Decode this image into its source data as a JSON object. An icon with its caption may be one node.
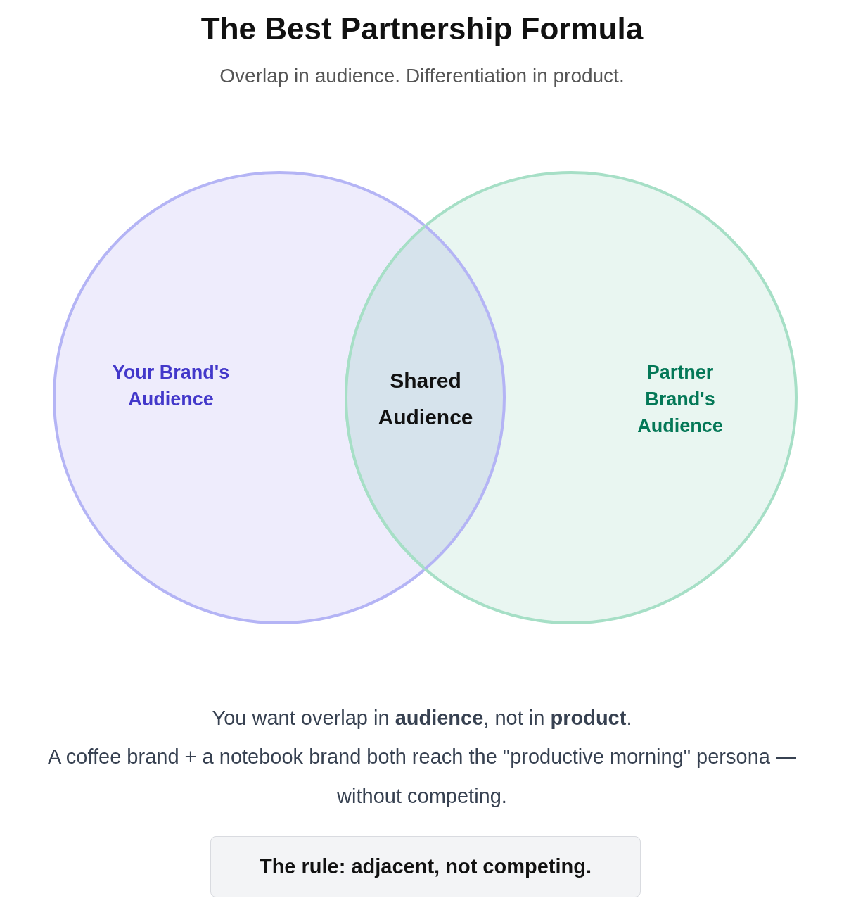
{
  "diagram": {
    "title": "The Best Partnership Formula",
    "caption": "Overlap in audience. Differentiation in product.",
    "nodes": [
      {
        "text": [
          "Your Brand's Audience"
        ]
      },
      {
        "text": [
          "Partner Brand's Audience"
        ]
      },
      {
        "text": [
          "Shared Audience"
        ]
      },
      {
        "text": [
          "The rule: adjacent, not competing."
        ]
      }
    ],
    "labels": [
      "You want overlap in **audience**, not in **product**.",
      "A coffee brand + a notebook brand both reach the \"productive morning\" persona — without competing."
    ]
  }
}
